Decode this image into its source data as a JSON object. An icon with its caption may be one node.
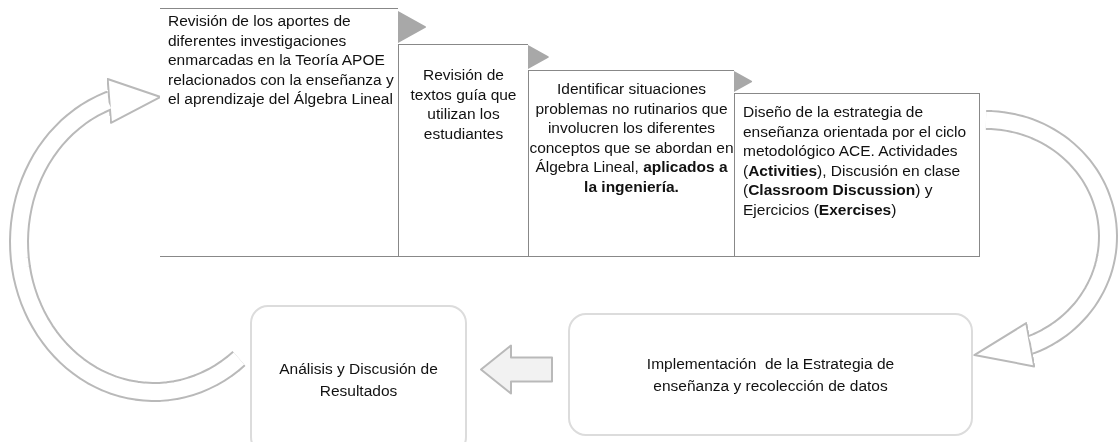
{
  "diagram": {
    "nodes": [
      {
        "text": [
          "Revisión de los aportes de diferentes investigaciones enmarcadas en la Teoría APOE relacionados con la enseñanza y el aprendizaje del Álgebra Lineal"
        ]
      },
      {
        "text": [
          "Revisión de textos guía que utilizan los estudiantes"
        ]
      },
      {
        "text": [
          "Identificar situaciones problemas no rutinarios que involucren los diferentes conceptos que se abordan en Álgebra Lineal, **aplicados a la ingeniería.**"
        ]
      },
      {
        "text": [
          "Diseño de la estrategia de enseñanza orientada por el ciclo metodológico ACE. Actividades (**Activities**), Discusión en clase (**Classroom Discussion**) y Ejercicios (**Exercises**)"
        ]
      },
      {
        "text": [
          "Implementación  de la Estrategia de enseñanza y recolección de datos"
        ]
      },
      {
        "text": [
          "Análisis y Discusión de Resultados"
        ]
      }
    ],
    "edges": [
      {
        "from": 0,
        "to": 1,
        "arrow": "to"
      },
      {
        "from": 1,
        "to": 2,
        "arrow": "to"
      },
      {
        "from": 2,
        "to": 3,
        "arrow": "to"
      },
      {
        "from": 3,
        "to": 4,
        "arrow": "to"
      },
      {
        "from": 4,
        "to": 5,
        "arrow": "to"
      },
      {
        "from": 5,
        "to": 0,
        "arrow": "to"
      }
    ]
  }
}
